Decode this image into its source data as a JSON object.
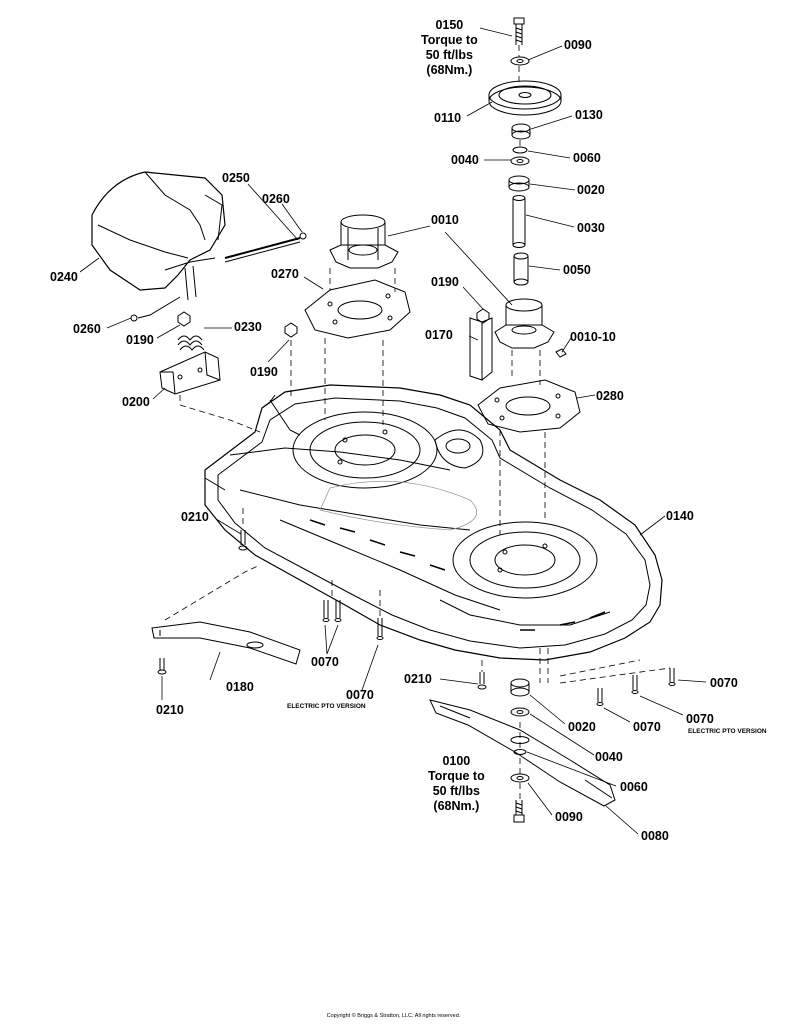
{
  "callouts": {
    "c0150": "0150",
    "c0150_torque": "Torque to",
    "c0150_value": "50 ft/lbs",
    "c0150_metric": "(68Nm.)",
    "c0090_top": "0090",
    "c0110": "0110",
    "c0130": "0130",
    "c0040_top": "0040",
    "c0060_top": "0060",
    "c0020_top": "0020",
    "c0030": "0030",
    "c0050": "0050",
    "c0010": "0010",
    "c0190_mid": "0190",
    "c0170": "0170",
    "c0010_10": "0010-10",
    "c0280": "0280",
    "c0250": "0250",
    "c0260_top": "0260",
    "c0240": "0240",
    "c0260_left": "0260",
    "c0270": "0270",
    "c0190_left": "0190",
    "c0230": "0230",
    "c0190_center": "0190",
    "c0200": "0200",
    "c0210_left": "0210",
    "c0140": "0140",
    "c0070_left": "0070",
    "c0180": "0180",
    "c0210_bottom": "0210",
    "c0070_pto_left": "0070",
    "c0210_right": "0210",
    "c0070_right": "0070",
    "c0020_bottom": "0020",
    "c0070_mid": "0070",
    "c0070_pto_right": "0070",
    "c0040_bottom": "0040",
    "c0060_bottom": "0060",
    "c0100": "0100",
    "c0100_torque": "Torque to",
    "c0100_value": "50 ft/lbs",
    "c0100_metric": "(68Nm.)",
    "c0090_bottom": "0090",
    "c0080": "0080"
  },
  "notes": {
    "electric_pto_left": "ELECTRIC PTO VERSION",
    "electric_pto_right": "ELECTRIC PTO VERSION"
  },
  "copyright": "Copyright © Briggs & Stratton, LLC. All rights reserved."
}
